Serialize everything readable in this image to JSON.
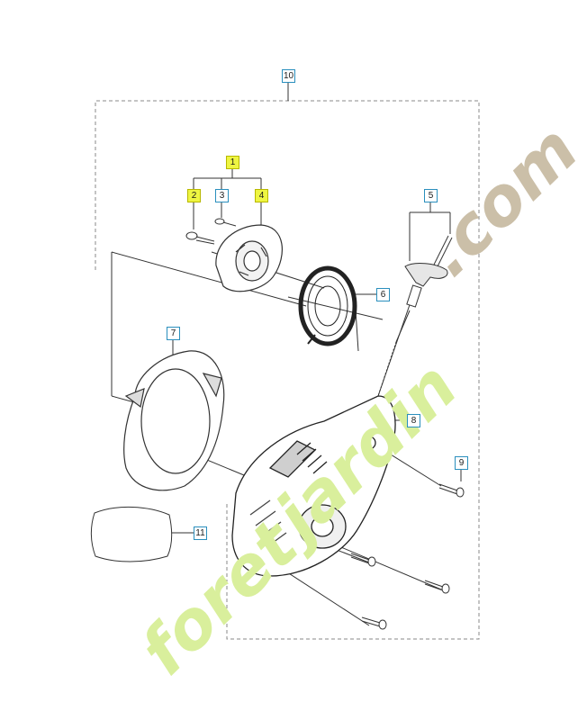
{
  "callouts": {
    "c1": "1",
    "c2": "2",
    "c3": "3",
    "c4": "4",
    "c5": "5",
    "c6": "6",
    "c7": "7",
    "c8": "8",
    "c9": "9",
    "c10": "10",
    "c11": "11"
  },
  "watermark": {
    "part1": "foret",
    "part2": "jardin",
    "part3": ".com",
    "color_green": "#d9ef9c",
    "color_beige": "#cbbfa8"
  },
  "colors": {
    "line": "#3a3a3a",
    "callout_border": "#2a8fbd",
    "highlight": "#eef542"
  }
}
